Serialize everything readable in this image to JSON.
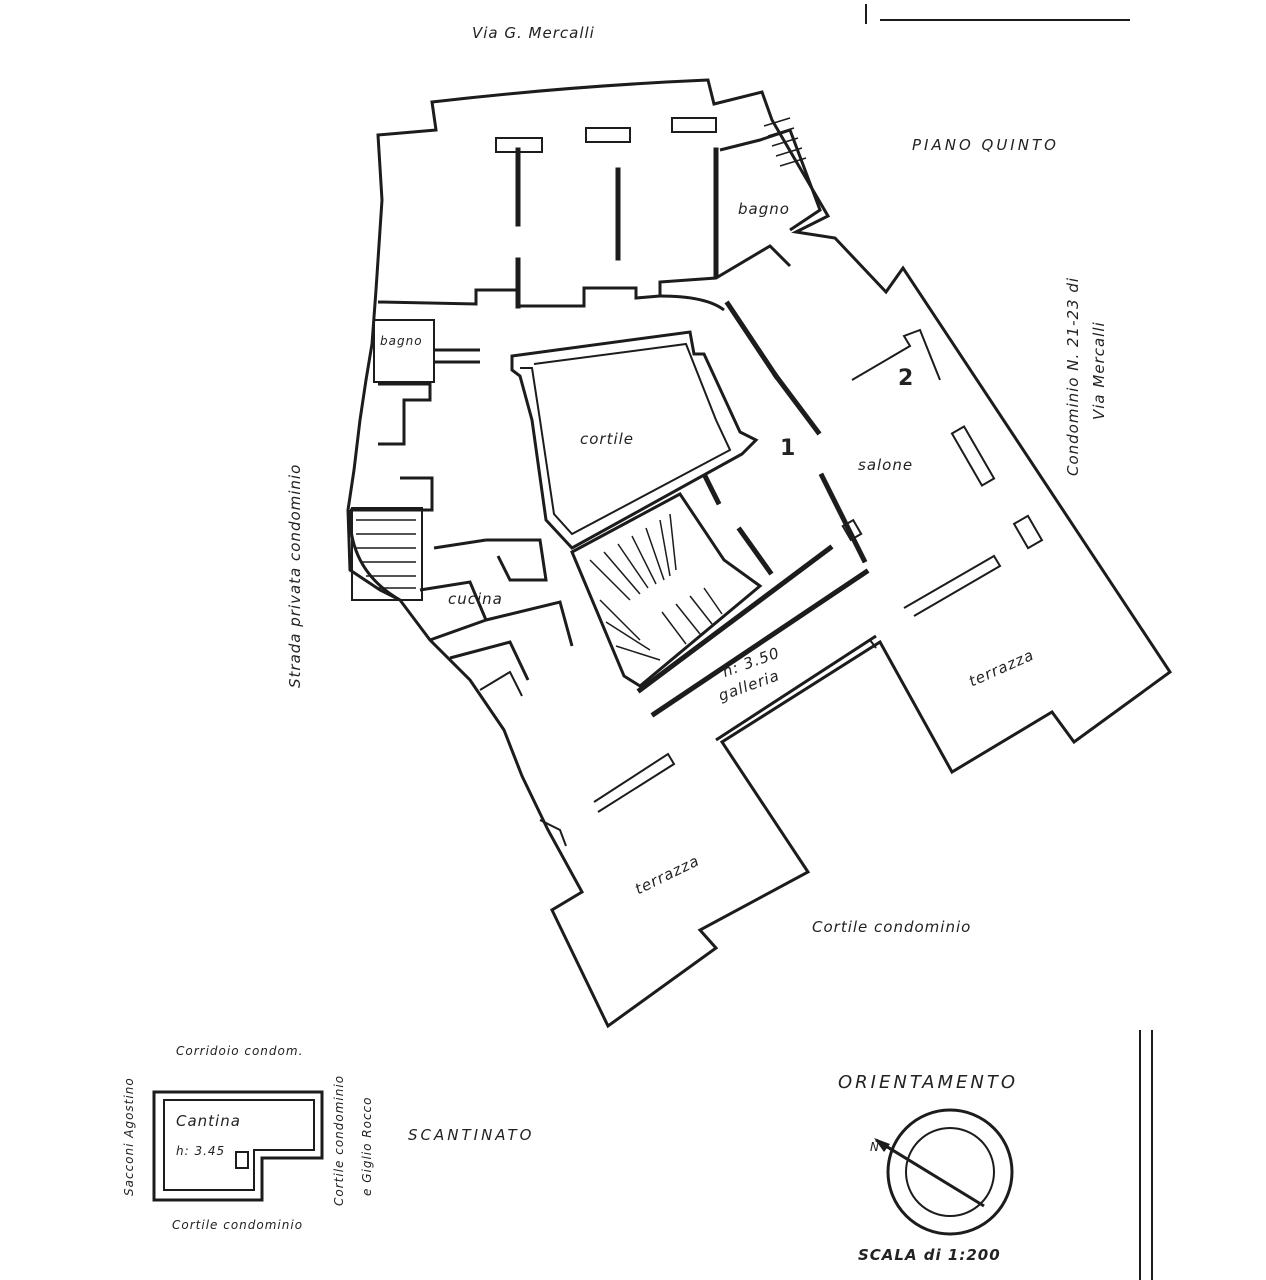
{
  "labels": {
    "street_top": "Via G. Mercalli",
    "floor_name": "PIANO QUINTO",
    "side_right_line1": "Condominio N. 21-23 di",
    "side_right_line2": "Via Mercalli",
    "side_left": "Strada privata condominio",
    "bagno_right": "bagno",
    "bagno_left": "bagno",
    "cortile": "cortile",
    "salone": "salone",
    "cucina": "cucina",
    "height_gallery": "h: 3.50",
    "galleria": "galleria",
    "terrazza_right": "terrazza",
    "terrazza_bottom": "terrazza",
    "cortile_condominio": "Cortile condominio",
    "room_1": "1",
    "room_2": "2"
  },
  "basement": {
    "corridor": "Corridoio condom.",
    "left_owner": "Sacconi Agostino",
    "right_owner_line1": "Cortile condominio",
    "right_owner_line2": "e Giglio Rocco",
    "room": "Cantina",
    "height": "h: 3.45",
    "bottom": "Cortile condominio",
    "title": "SCANTINATO"
  },
  "orientation": {
    "title": "ORIENTAMENTO",
    "north": "N",
    "scale": "SCALA di 1:200"
  },
  "colors": {
    "ink": "#1c1c1c",
    "paper": "#ffffff"
  }
}
